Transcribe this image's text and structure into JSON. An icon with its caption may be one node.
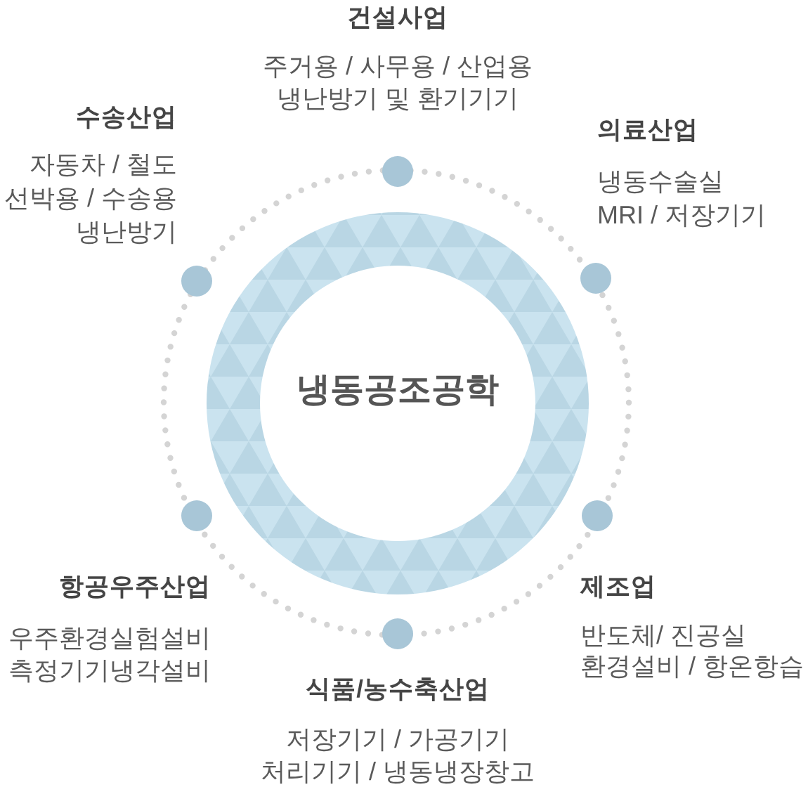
{
  "diagram": {
    "nodes": [
      {
        "text": [
          "냉동공조공학"
        ]
      }
    ],
    "labels": [
      "건설사업",
      "주거용 / 사무용 / 산업용 냉난방기 및 환기기기",
      "수송산업",
      "자동차 / 철도 선박용 / 수송용 냉난방기",
      "의료산업",
      "냉동수술실 MRI / 저장기기",
      "항공우주산업",
      "우주환경실험설비 측정기기냉각설비",
      "제조업",
      "반도체/ 진공실 환경설비 / 항온항습",
      "식품/농수축산업",
      "저장기기 / 가공기기 처리기기 / 냉동냉장창고"
    ]
  }
}
